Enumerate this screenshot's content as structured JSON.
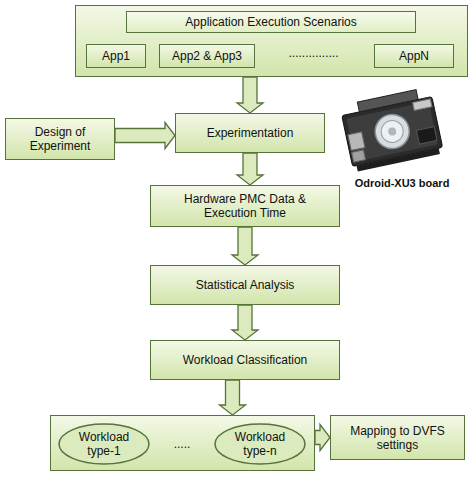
{
  "diagram": {
    "nodes": [
      {
        "text": [
          "Application Execution Scenarios",
          "..............."
        ]
      },
      {
        "text": [
          "App1"
        ],
        "in": 0
      },
      {
        "text": [
          "App2 & App3"
        ],
        "in": 0
      },
      {
        "text": [
          "AppN"
        ],
        "in": 0
      },
      {
        "text": [
          "Design of Experiment"
        ]
      },
      {
        "text": [
          "Experimentation"
        ]
      },
      {
        "text": [
          "Hardware PMC Data & Execution Time"
        ]
      },
      {
        "text": [
          "Statistical Analysis"
        ]
      },
      {
        "text": [
          "Workload Classification"
        ]
      },
      {
        "text": [
          "....."
        ]
      },
      {
        "text": [
          "Workload type-1"
        ],
        "in": 9
      },
      {
        "text": [
          "Workload type-n"
        ],
        "in": 9
      },
      {
        "text": [
          "Mapping to DVFS settings"
        ]
      }
    ],
    "edges": [
      {
        "from": 0,
        "to": 5,
        "arrow": "to"
      },
      {
        "from": 4,
        "to": 5,
        "arrow": "to"
      },
      {
        "from": 5,
        "to": 6,
        "arrow": "to"
      },
      {
        "from": 6,
        "to": 7,
        "arrow": "to"
      },
      {
        "from": 7,
        "to": 8,
        "arrow": "to"
      },
      {
        "from": 8,
        "to": 9,
        "arrow": "to"
      },
      {
        "from": 9,
        "to": 12,
        "arrow": "to"
      }
    ],
    "labels": [
      "Odroid-XU3 board"
    ]
  }
}
